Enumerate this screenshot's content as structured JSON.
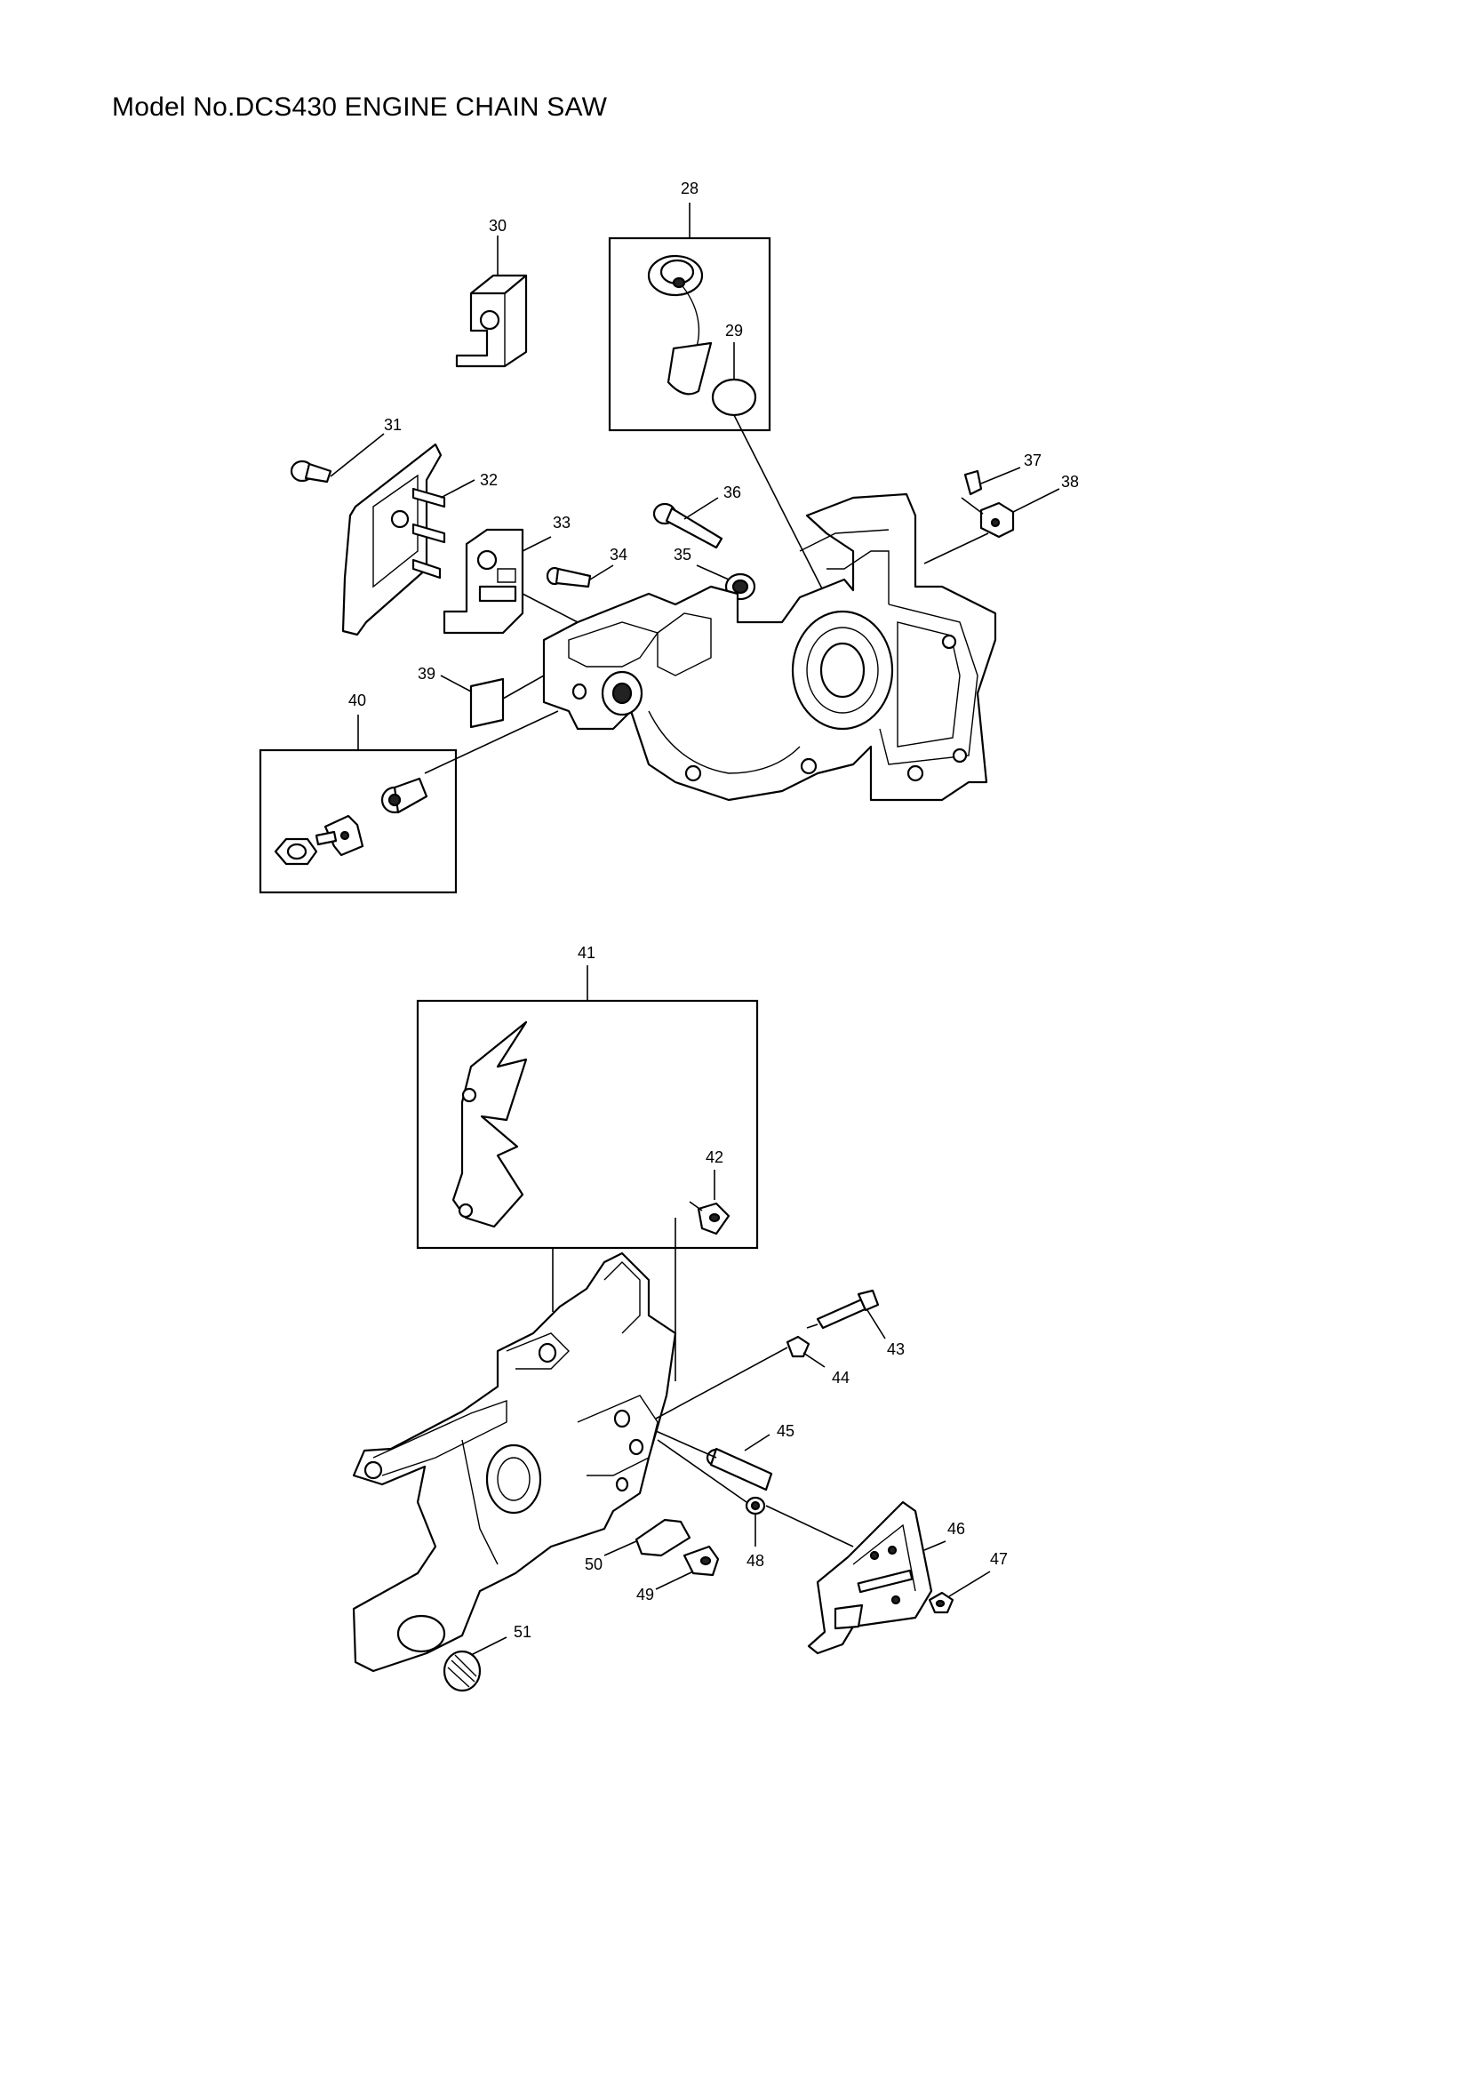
{
  "title": "Model No.DCS430 ENGINE CHAIN SAW",
  "labels": {
    "p28": "28",
    "p29": "29",
    "p30": "30",
    "p31": "31",
    "p32": "32",
    "p33": "33",
    "p34": "34",
    "p35": "35",
    "p36": "36",
    "p37": "37",
    "p38": "38",
    "p39": "39",
    "p40": "40",
    "p41": "41",
    "p42": "42",
    "p43": "43",
    "p44": "44",
    "p45": "45",
    "p46": "46",
    "p47": "47",
    "p48": "48",
    "p49": "49",
    "p50": "50",
    "p51": "51"
  }
}
